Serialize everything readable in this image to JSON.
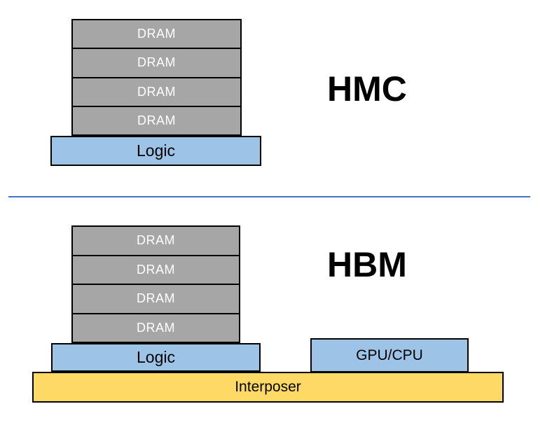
{
  "colors": {
    "background": "#FFFFFF",
    "dram_fill": "#A6A6A6",
    "dram_text": "#FFFFFF",
    "logic_fill": "#9DC3E6",
    "interposer_fill": "#FFD966",
    "box_border": "#000000",
    "divider_line": "#4472C4",
    "title_text": "#000000"
  },
  "hmc": {
    "title": "HMC",
    "dram_layers": [
      "DRAM",
      "DRAM",
      "DRAM",
      "DRAM"
    ],
    "logic_label": "Logic"
  },
  "hbm": {
    "title": "HBM",
    "dram_layers": [
      "DRAM",
      "DRAM",
      "DRAM",
      "DRAM"
    ],
    "logic_label": "Logic",
    "gpu_cpu_label": "GPU/CPU",
    "interposer_label": "Interposer"
  }
}
